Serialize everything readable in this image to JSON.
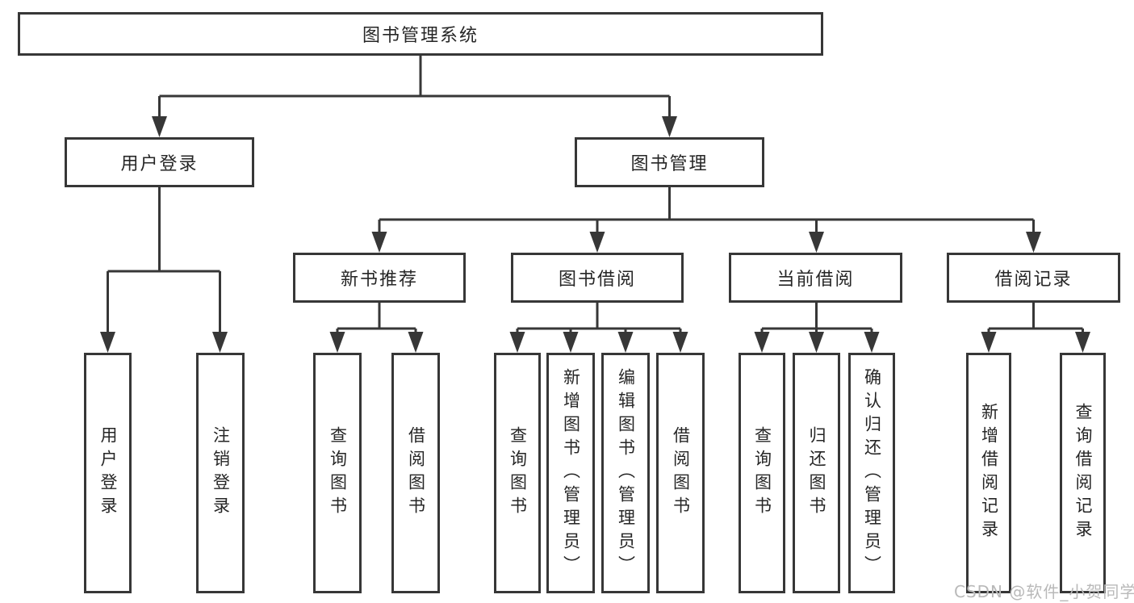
{
  "tree": {
    "label": "图书管理系统",
    "children": [
      {
        "label": "用户登录",
        "children": [
          {
            "label": "用户登录"
          },
          {
            "label": "注销登录"
          }
        ]
      },
      {
        "label": "图书管理",
        "children": [
          {
            "label": "新书推荐",
            "children": [
              {
                "label": "查询图书"
              },
              {
                "label": "借阅图书"
              }
            ]
          },
          {
            "label": "图书借阅",
            "children": [
              {
                "label": "查询图书"
              },
              {
                "label": "新增图书（管理员）"
              },
              {
                "label": "编辑图书（管理员）"
              },
              {
                "label": "借阅图书"
              }
            ]
          },
          {
            "label": "当前借阅",
            "children": [
              {
                "label": "查询图书"
              },
              {
                "label": "归还图书"
              },
              {
                "label": "确认归还（管理员）"
              }
            ]
          },
          {
            "label": "借阅记录",
            "children": [
              {
                "label": "新增借阅记录"
              },
              {
                "label": "查询借阅记录"
              }
            ]
          }
        ]
      }
    ]
  },
  "watermark": {
    "text": "CSDN @软件_小贺同学"
  },
  "colors": {
    "line": "#373737",
    "text": "#262626",
    "box_background": "#ffffff",
    "background": "#ffffff",
    "watermark": "#b9b9b9"
  }
}
